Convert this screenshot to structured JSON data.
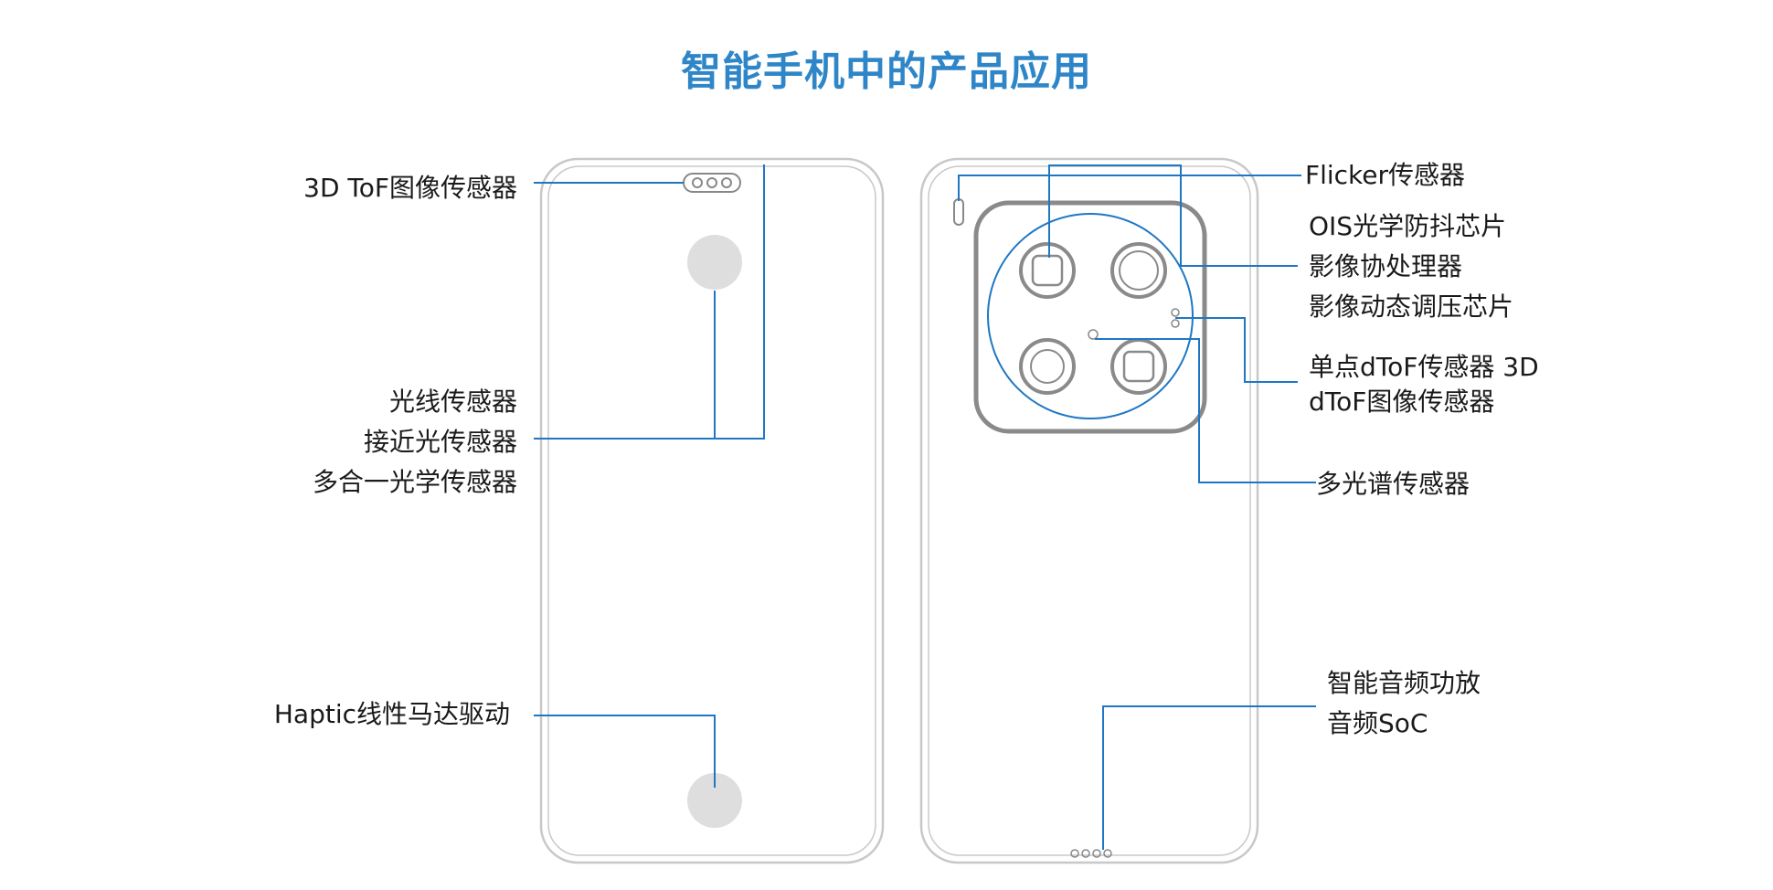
{
  "title": "智能手机中的产品应用",
  "colors": {
    "title": "#2e86c8",
    "leader": "#1f77c4",
    "phone_outline": "#c8c8c8",
    "module_outline": "#8a8a8a",
    "sensor_fill": "#dedede"
  },
  "front_phone": {
    "labels": {
      "tof3d": "3D ToF图像传感器",
      "light": "光线传感器",
      "proximity": "接近光传感器",
      "multi_optical": "多合一光学传感器",
      "haptic": "Haptic线性马达驱动"
    }
  },
  "back_phone": {
    "labels": {
      "flicker": "Flicker传感器",
      "ois": "OIS光学防抖芯片",
      "coprocessor": "影像协处理器",
      "dynamic_chip": "影像动态调压芯片",
      "dtof_line1": "单点dToF传感器  3D",
      "dtof_line2": "dToF图像传感器",
      "multispectral": "多光谱传感器",
      "smart_amp": "智能音频功放",
      "audio_soc": "音频SoC"
    }
  }
}
